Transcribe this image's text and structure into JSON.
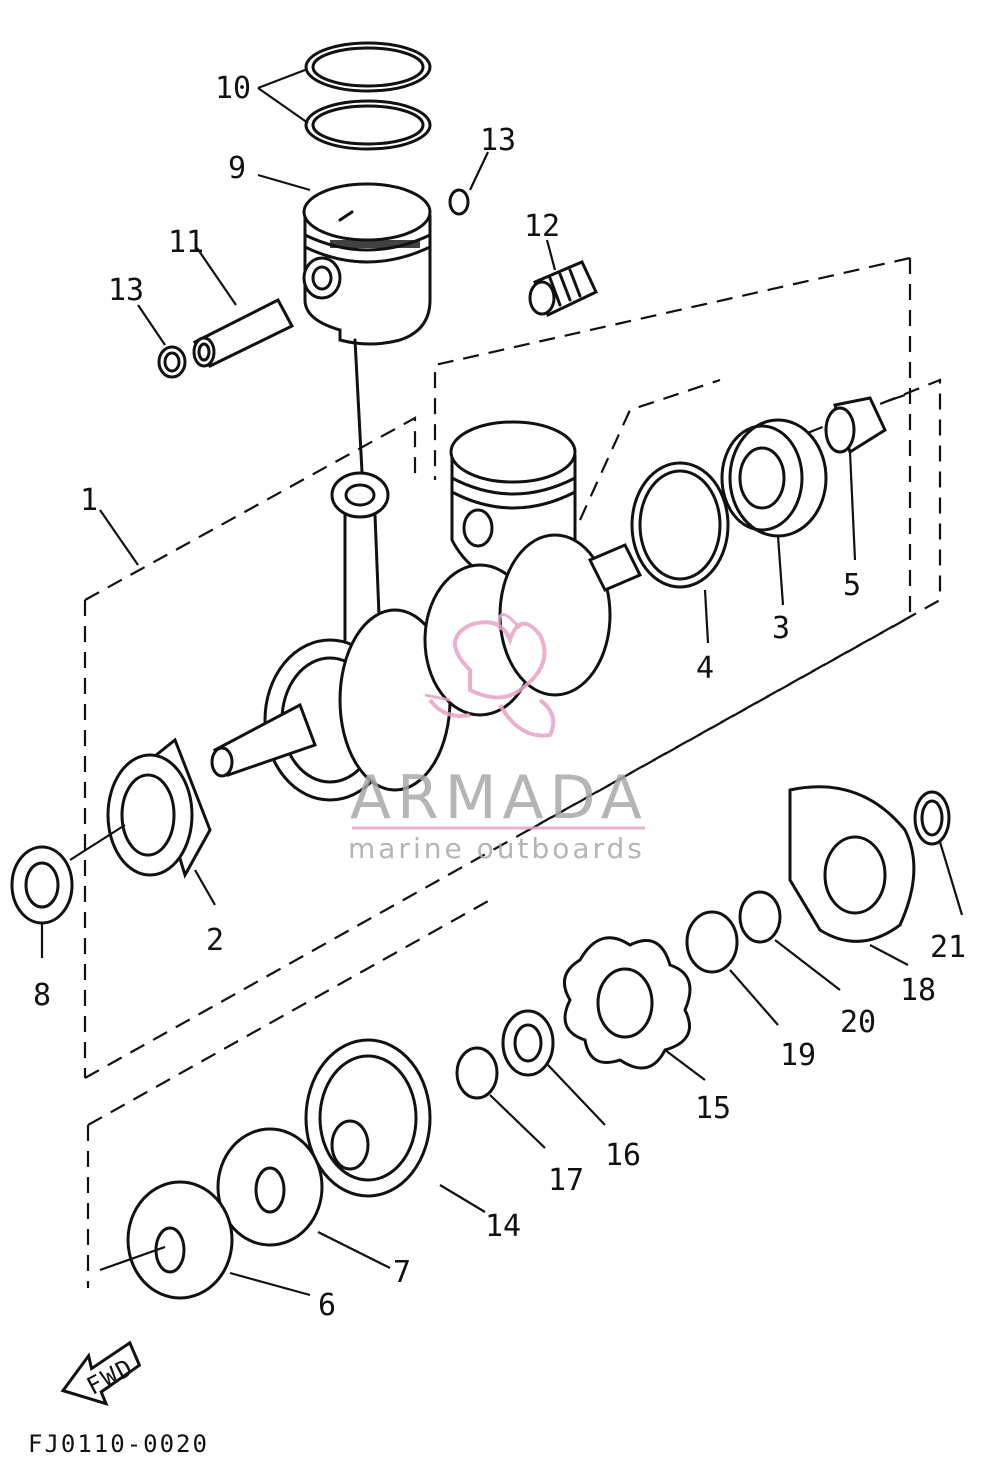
{
  "diagram": {
    "callouts": [
      {
        "id": "1",
        "label": "1"
      },
      {
        "id": "2",
        "label": "2"
      },
      {
        "id": "3",
        "label": "3"
      },
      {
        "id": "4",
        "label": "4"
      },
      {
        "id": "5",
        "label": "5"
      },
      {
        "id": "6",
        "label": "6"
      },
      {
        "id": "7",
        "label": "7"
      },
      {
        "id": "8",
        "label": "8"
      },
      {
        "id": "9",
        "label": "9"
      },
      {
        "id": "10",
        "label": "10"
      },
      {
        "id": "11",
        "label": "11"
      },
      {
        "id": "12",
        "label": "12"
      },
      {
        "id": "13a",
        "label": "13"
      },
      {
        "id": "13b",
        "label": "13"
      },
      {
        "id": "14",
        "label": "14"
      },
      {
        "id": "15",
        "label": "15"
      },
      {
        "id": "16",
        "label": "16"
      },
      {
        "id": "17",
        "label": "17"
      },
      {
        "id": "18",
        "label": "18"
      },
      {
        "id": "19",
        "label": "19"
      },
      {
        "id": "20",
        "label": "20"
      },
      {
        "id": "21",
        "label": "21"
      }
    ],
    "direction_label": "FWD",
    "figure_code": "FJ0110-0020"
  },
  "watermark": {
    "brand": "ARMADA",
    "tagline": "marine outboards",
    "colors": {
      "text": "#a9a9a9",
      "logo": "#e7a3c6"
    }
  }
}
